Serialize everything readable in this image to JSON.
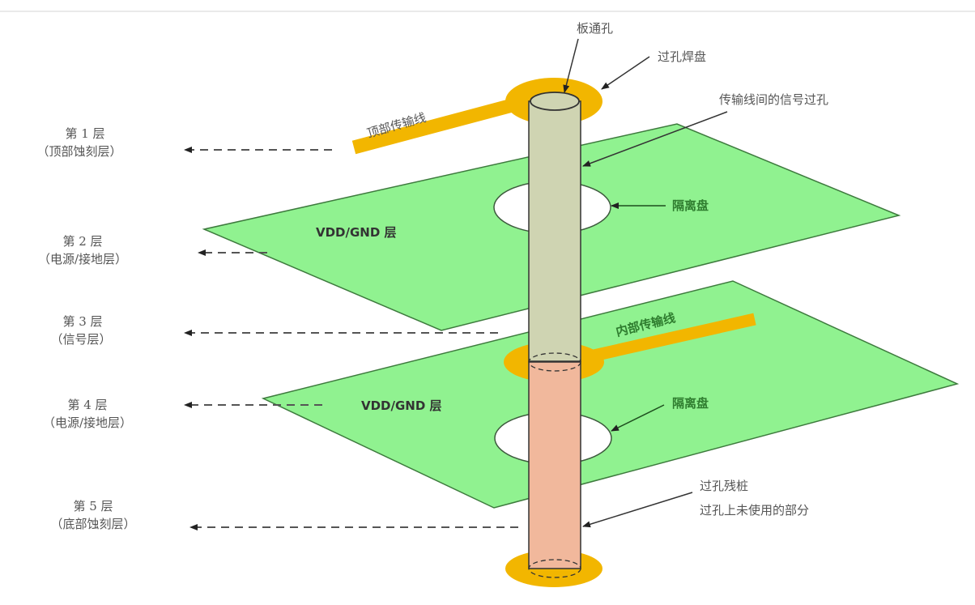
{
  "title": "PCB过孔结构示意图",
  "layers": [
    {
      "name": "第 1 层",
      "desc": "（顶部蚀刻层）"
    },
    {
      "name": "第 2 层",
      "desc": "（电源/接地层）"
    },
    {
      "name": "第 3 层",
      "desc": "（信号层）"
    },
    {
      "name": "第 4 层",
      "desc": "（电源/接地层）"
    },
    {
      "name": "第 5 层",
      "desc": "（底部蚀刻层）"
    }
  ],
  "callouts": {
    "through_hole": "板通孔",
    "via_pad": "过孔焊盘",
    "signal_via": "传输线间的信号过孔",
    "top_trace": "顶部传输线",
    "inner_trace": "内部传输线",
    "antipad_upper": "隔离盘",
    "antipad_lower": "隔离盘",
    "plane_upper": "VDD/GND 层",
    "plane_lower": "VDD/GND 层",
    "stub_title": "过孔残桩",
    "stub_desc": "过孔上未使用的部分"
  },
  "colors": {
    "plane": "#90f290",
    "plane_edge": "#3d7a3d",
    "copper": "#f2b600",
    "via_upper": "#cfd4b2",
    "via_lower": "#f1b89c"
  }
}
